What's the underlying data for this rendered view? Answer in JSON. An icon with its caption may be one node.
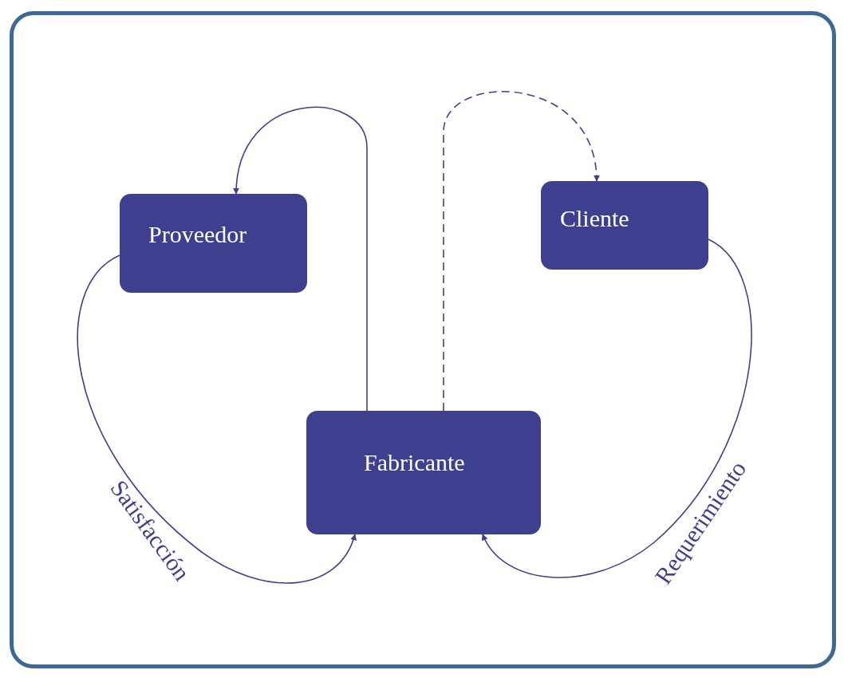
{
  "diagram": {
    "nodes": [
      {
        "text": [
          "Proveedor"
        ]
      },
      {
        "text": [
          "Cliente"
        ]
      },
      {
        "text": [
          "Fabricante"
        ]
      }
    ],
    "edges": [
      {
        "from": 2,
        "to": 0,
        "arrow": "to"
      },
      {
        "from": 2,
        "to": 1,
        "arrow": "to",
        "style": "dashed"
      },
      {
        "from": 0,
        "to": 2,
        "arrow": "to",
        "label": "Satisfacción"
      },
      {
        "from": 1,
        "to": 2,
        "arrow": "to",
        "label": "Requerimiento"
      }
    ]
  }
}
